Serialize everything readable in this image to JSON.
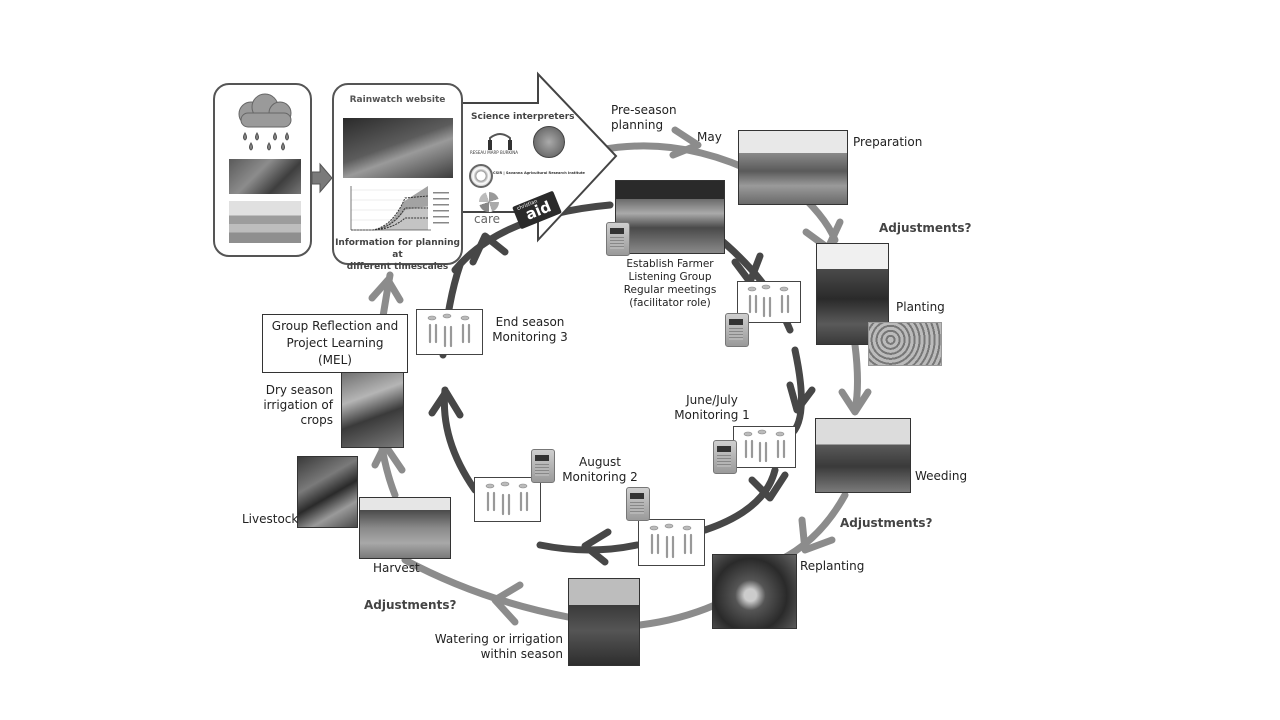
{
  "diagram": {
    "inputs_panel": {
      "icons": [
        "rain-cloud-icon",
        "farmers-photo",
        "hydrology-diagram"
      ]
    },
    "rainwatch": {
      "title": "Rainwatch website",
      "caption_line1": "Information for planning at",
      "caption_line2": "different timescales"
    },
    "interpreters": {
      "title": "Science interpreters",
      "logos": [
        "Reseau MARP Burkina",
        "ANAM",
        "CSIR | Savanna Agricultural Research Institute",
        "care",
        "christian aid"
      ],
      "logo_text_marp": "RESEAU MARP BURKINA",
      "logo_text_csir": "CSIR | Savanna Agricultural Research Institute",
      "logo_text_care": "care",
      "logo_text_ca_small": "christian",
      "logo_text_ca_big": "aid"
    },
    "outer_cycle": {
      "pre_season_line1": "Pre-season",
      "pre_season_line2": "planning",
      "may": "May",
      "preparation": "Preparation",
      "adjustments_1": "Adjustments?",
      "planting": "Planting",
      "weeding": "Weeding",
      "adjustments_2": "Adjustments?",
      "replanting": "Replanting",
      "watering_line1": "Watering or irrigation",
      "watering_line2": "within season",
      "adjustments_3": "Adjustments?",
      "harvest": "Harvest",
      "livestock": "Livestock",
      "dry_season_line1": "Dry season",
      "dry_season_line2": "irrigation of",
      "dry_season_line3": "crops",
      "mel_line1": "Group Reflection and",
      "mel_line2": "Project Learning (MEL)"
    },
    "inner_cycle": {
      "establish_line1": "Establish Farmer",
      "establish_line2": "Listening Group",
      "establish_line3": "Regular meetings",
      "establish_line4": "(facilitator role)",
      "monitoring1_line1": "June/July",
      "monitoring1_line2": "Monitoring  1",
      "monitoring2_line1": "August",
      "monitoring2_line2": "Monitoring  2",
      "monitoring3_line1": "End season",
      "monitoring3_line2": "Monitoring  3"
    },
    "colors": {
      "outer_arrow": "#8c8c8c",
      "inner_arrow": "#474747",
      "label_bold": "#444444"
    }
  }
}
